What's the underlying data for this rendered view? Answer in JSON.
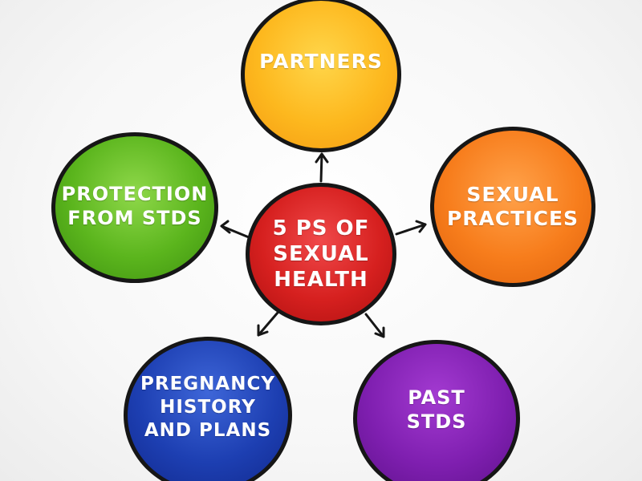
{
  "diagram": {
    "center": {
      "label": "5 PS OF\nSEXUAL\nHEALTH",
      "color": "#d6201f"
    },
    "nodes": [
      {
        "id": "partners",
        "label": "PARTNERS",
        "color": "#fdb81e"
      },
      {
        "id": "sexual-practices",
        "label": "SEXUAL\nPRACTICES",
        "color": "#f77d1c"
      },
      {
        "id": "past-stds",
        "label": "PAST\nSTDS",
        "color": "#7f1fb0"
      },
      {
        "id": "pregnancy-history",
        "label": "PREGNANCY\nHISTORY\nAND PLANS",
        "color": "#1d3fb2"
      },
      {
        "id": "protection-from-stds",
        "label": "PROTECTION\nFROM STDS",
        "color": "#5bb51d"
      }
    ],
    "edges": [
      {
        "from": "center",
        "to": "partners"
      },
      {
        "from": "center",
        "to": "sexual-practices"
      },
      {
        "from": "center",
        "to": "past-stds"
      },
      {
        "from": "center",
        "to": "pregnancy-history"
      },
      {
        "from": "center",
        "to": "protection-from-stds"
      }
    ],
    "outline_color": "#161616"
  }
}
